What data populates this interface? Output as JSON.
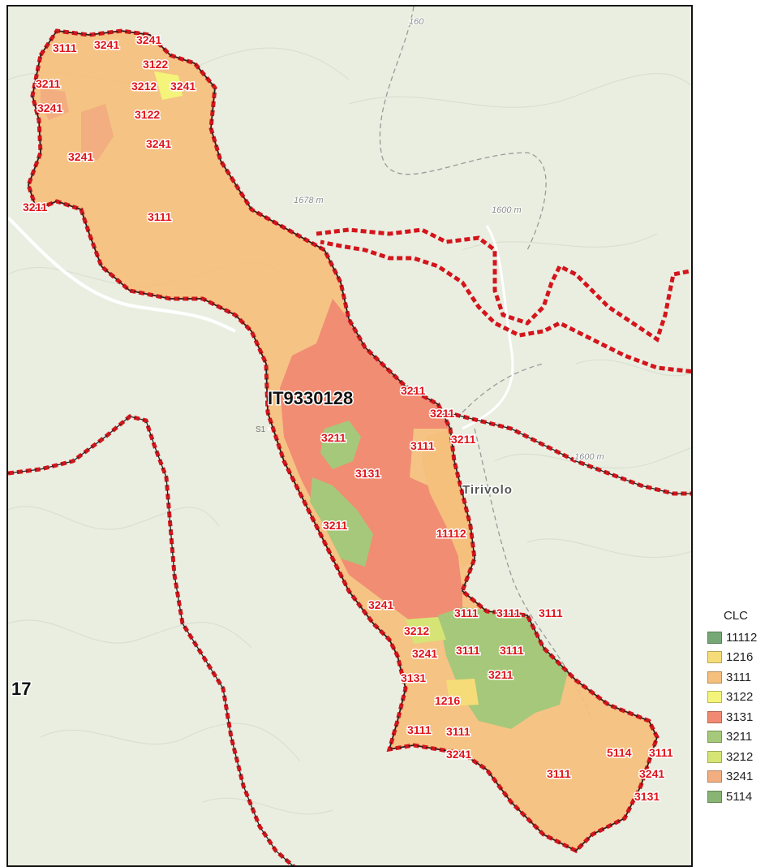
{
  "map": {
    "site_code": "IT9330128",
    "partial_site_label": "17",
    "place_name": "Tirivolo",
    "elevations": [
      "1678 m",
      "1600 m",
      "1600 m",
      "160"
    ],
    "road_number": "S1",
    "zone_labels": [
      "3111",
      "3241",
      "3241",
      "3122",
      "3211",
      "3212",
      "3241",
      "3241",
      "3122",
      "3241",
      "3241",
      "3211",
      "3111",
      "3211",
      "3211",
      "3211",
      "3111",
      "3211",
      "3131",
      "3211",
      "11112",
      "3241",
      "3111",
      "3111",
      "3111",
      "3212",
      "3241",
      "3111",
      "3111",
      "3211",
      "3131",
      "1216",
      "3111",
      "3111",
      "3241",
      "5114",
      "3111",
      "3241",
      "3111",
      "3131"
    ]
  },
  "legend": {
    "title": "CLC",
    "items": [
      {
        "code": "11112",
        "color": "#76a876"
      },
      {
        "code": "1216",
        "color": "#f6dc78"
      },
      {
        "code": "3111",
        "color": "#f5bf7c"
      },
      {
        "code": "3122",
        "color": "#f4f47a"
      },
      {
        "code": "3131",
        "color": "#f08a72"
      },
      {
        "code": "3211",
        "color": "#a6c87a"
      },
      {
        "code": "3212",
        "color": "#d6e476"
      },
      {
        "code": "3241",
        "color": "#f2ae80"
      },
      {
        "code": "5114",
        "color": "#88b474"
      }
    ]
  }
}
